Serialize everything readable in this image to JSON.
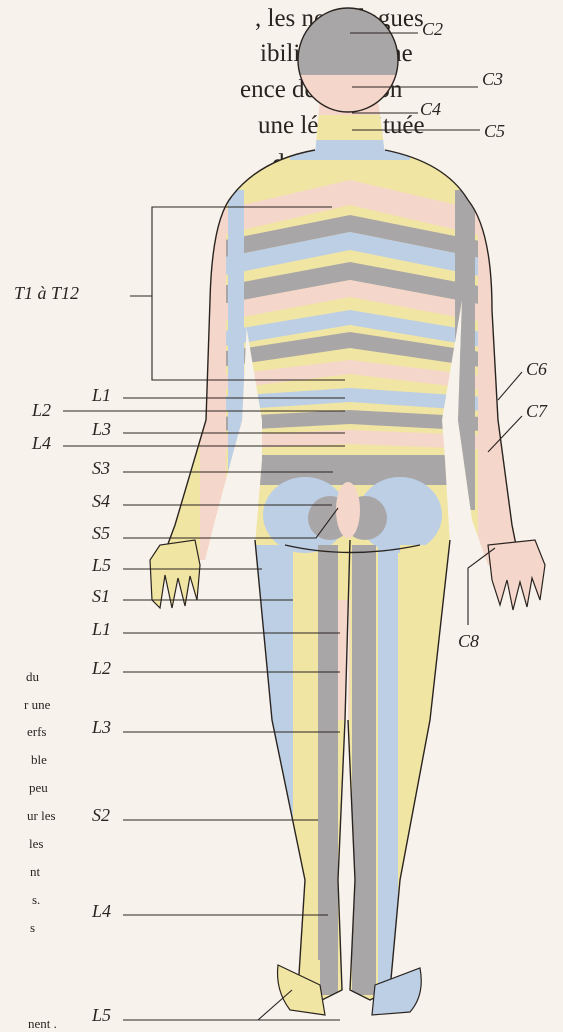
{
  "paragraph_top": [
    ", les neurologues",
    "ibilité avec une",
    "ence de réaction",
    "une lésion située",
    "de la zone"
  ],
  "paragraph_side": [
    "du",
    "r une",
    "erfs",
    "ble",
    "peu",
    "ur les",
    "les",
    "nt",
    "s.",
    "s",
    "nent ."
  ],
  "labels": {
    "c2": "C2",
    "c3": "C3",
    "c4": "C4",
    "c5": "C5",
    "t1_t12": "T1 à T12",
    "c6": "C6",
    "c7": "C7",
    "c8": "C8",
    "left_l2": "L2",
    "left_l4": "L4",
    "l1_a": "L1",
    "l3_a": "L3",
    "s3": "S3",
    "s4": "S4",
    "s5": "S5",
    "l5_a": "L5",
    "s1": "S1",
    "l1_b": "L1",
    "l2_b": "L2",
    "l3_b": "L3",
    "s2": "S2",
    "l4_b": "L4",
    "l5_b": "L5"
  },
  "colors": {
    "background": "#f7f3ec",
    "gray": "#a9a6a8",
    "yellow": "#f1e5a3",
    "blue": "#bccfe5",
    "pink": "#f5d6ca",
    "line": "#2a2420"
  }
}
